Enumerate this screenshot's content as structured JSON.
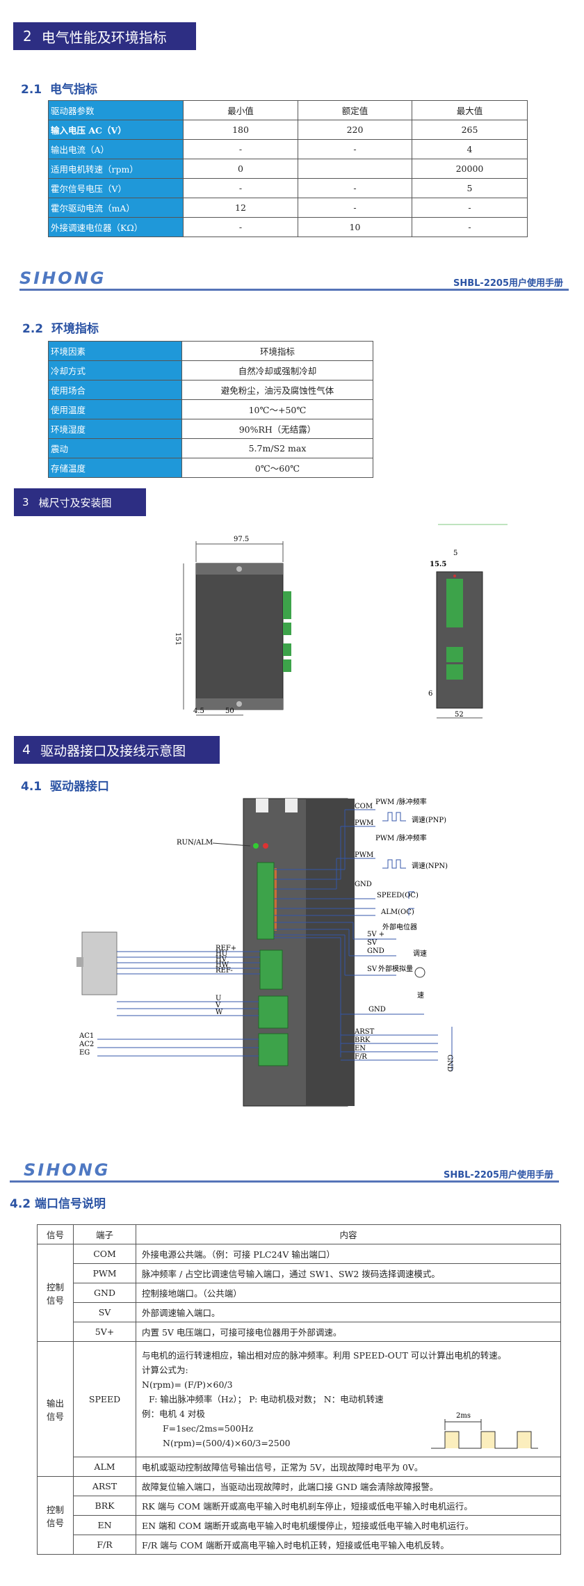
{
  "sec2": {
    "num": "2",
    "title": "电气性能及环境指标"
  },
  "sec21": {
    "num": "2.1",
    "title": "电气指标"
  },
  "elec": {
    "headers": [
      "驱动器参数",
      "最小值",
      "额定值",
      "最大值"
    ],
    "rows": [
      [
        "输入电压 AC（V）",
        "180",
        "220",
        "265"
      ],
      [
        "输出电流（A）",
        "-",
        "-",
        "4"
      ],
      [
        "适用电机转速（rpm）",
        "0",
        "",
        "20000"
      ],
      [
        "霍尔信号电压（V）",
        "-",
        "-",
        "5"
      ],
      [
        "霍尔驱动电流（mA）",
        "12",
        "-",
        "-"
      ],
      [
        "外接调速电位器（KΩ）",
        "-",
        "10",
        "-"
      ]
    ]
  },
  "brand": {
    "logo": "SIHONG",
    "manual": "SHBL-2205用户使用手册"
  },
  "sec22": {
    "num": "2.2",
    "title": "环境指标"
  },
  "env": {
    "headers": [
      "环境因素",
      "环境指标"
    ],
    "rows": [
      [
        "冷却方式",
        "自然冷却或强制冷却"
      ],
      [
        "使用场合",
        "避免粉尘，油污及腐蚀性气体"
      ],
      [
        "使用温度",
        "10℃～+50℃"
      ],
      [
        "环境湿度",
        "90%RH（无结露）"
      ],
      [
        "震动",
        "5.7m/S2 max"
      ],
      [
        "存储温度",
        "0℃～60℃"
      ]
    ]
  },
  "sec3": {
    "num": "3",
    "title": "械尺寸及安装图"
  },
  "dims": {
    "w975": "97.5",
    "h151": "151",
    "d45": "4.5",
    "d50": "50",
    "d5": "5",
    "d155": "15.5",
    "d6": "6",
    "d52": "52"
  },
  "sec4": {
    "num": "4",
    "title": "驱动器接口及接线示意图"
  },
  "sec41": {
    "num": "4.1",
    "title": "驱动器接口"
  },
  "wiring": {
    "run_alm": "RUN/ALM",
    "pwm_freq": "PWM /脉冲频率",
    "com": "COM",
    "pwm": "PWM",
    "pnp": "调速(PNP)",
    "npn": "调速(NPN)",
    "gnd": "GND",
    "speed_oc": "SPEED(OC)",
    "alm_oc": "ALM(OC)",
    "v5": "5V +",
    "sv": "SV",
    "ext_pot": "外部电位器",
    "adjust": "调速",
    "ext_analog": "外部模拟量",
    "speed_word": "速",
    "arst": "ARST",
    "brk": "BRK",
    "en": "EN",
    "fr": "F/R",
    "ref_plus": "REF+",
    "hu": "HU",
    "hv": "HV",
    "hw": "HW",
    "ref_minus": "REF-",
    "u": "U",
    "v": "V",
    "w": "W",
    "ac1": "AC1",
    "ac2": "AC2",
    "eg": "EG"
  },
  "sec42": {
    "title": "4.2 端口信号说明"
  },
  "sig": {
    "headers": [
      "信号",
      "端子",
      "内容"
    ],
    "group_ctrl_in": "控制信号",
    "group_out": "输出信号",
    "group_ctrl": "控制信号",
    "rows_in": [
      [
        "COM",
        "外接电源公共端。（例：可接 PLC24V 输出端口）"
      ],
      [
        "PWM",
        "脉冲频率 / 占空比调速信号输入端口，通过 SW1、SW2 拨码选择调速模式。"
      ],
      [
        "GND",
        "控制接地端口。（公共端）"
      ],
      [
        "SV",
        "外部调速输入端口。"
      ],
      [
        "5V+",
        "内置 5V 电压端口，可接可接电位器用于外部调速。"
      ]
    ],
    "speed_term": "SPEED",
    "speed_lines": [
      "与电机的运行转速相应，输出相对应的脉冲频率。利用 SPEED-OUT 可以计算出电机的转速。",
      "计算公式为:",
      "N(rpm)= (F/P)×60/3",
      "F: 输出脉冲频率（Hz）； P: 电动机极对数； N：电动机转速",
      "例：电机 4 对极",
      "F=1sec/2ms=500Hz",
      "N(rpm)=(500/4)×60/3=2500"
    ],
    "ms2": "2ms",
    "alm_term": "ALM",
    "alm_text": "电机或驱动控制故障信号输出信号，正常为 5V，出现故障时电平为 0V。",
    "rows_ctrl": [
      [
        "ARST",
        "故障复位输入端口，当驱动出现故障时，此端口接 GND 端会清除故障报警。"
      ],
      [
        "BRK",
        "RK 端与 COM 端断开或高电平输入时电机刹车停止，短接或低电平输入时电机运行。"
      ],
      [
        "EN",
        "EN 端和 COM 端断开或高电平输入时电机缓慢停止，短接或低电平输入时电机运行。"
      ],
      [
        "F/R",
        "F/R 端与 COM 端断开或高电平输入时电机正转，短接或低电平输入电机反转。"
      ]
    ]
  }
}
